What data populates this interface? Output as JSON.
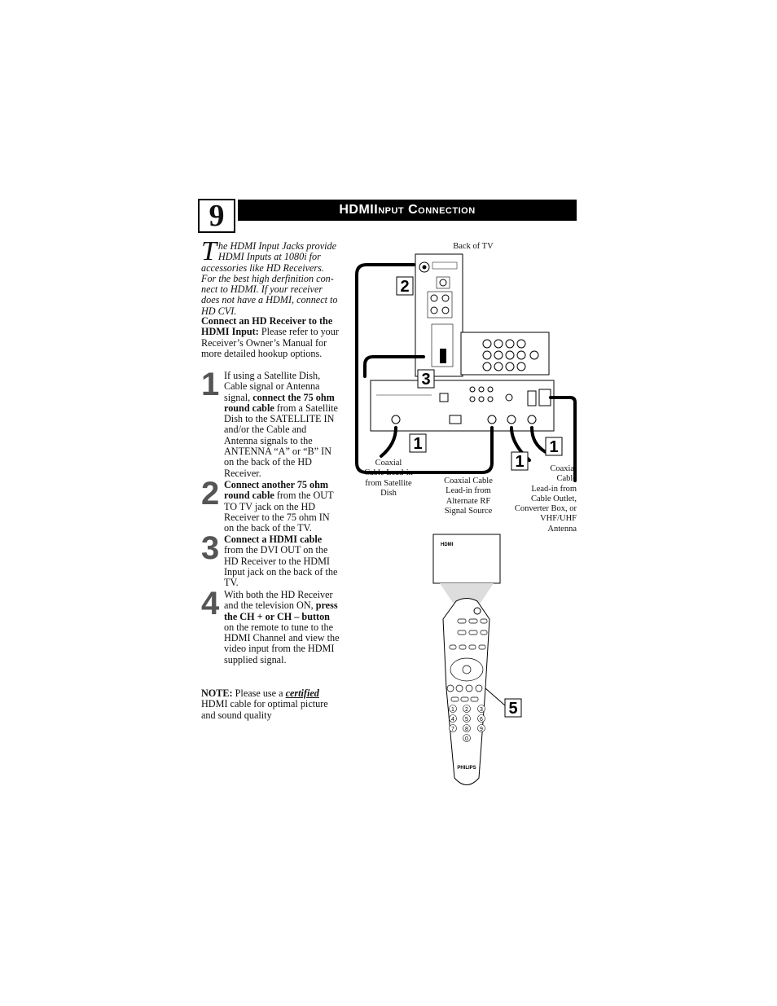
{
  "header": {
    "page_number": "9",
    "title_lead": "HDMI ",
    "title_rest": "Input Connection"
  },
  "intro": {
    "dropcap": "T",
    "text": "he HDMI Input Jacks provide HDMI Inputs at 1080i for accessories like HD Receivers. For the best high derfinition con-nect to HDMI. If your receiver does not have a HDMI, connect to HD CVI."
  },
  "connect": {
    "bold": "Connect an HD Receiver to the HDMI Input:",
    "text": " Please refer to your Receiver’s Owner’s Manual for more detailed hookup options."
  },
  "steps": [
    {
      "num": "1",
      "pre": "If using a Satellite Dish, Cable signal or Antenna signal, ",
      "bold": "connect the 75 ohm round cable",
      "post": " from a Satellite Dish to the SATELLITE IN and/or the Cable and Antenna signals to the ANTENNA “A” or “B” IN on the back of the HD Receiver."
    },
    {
      "num": "2",
      "pre": "",
      "bold": "Connect another 75 ohm round cable",
      "post": " from the OUT TO TV jack on the HD Receiver to the 75 ohm IN on the back of the TV."
    },
    {
      "num": "3",
      "pre": "",
      "bold": "Connect a HDMI cable",
      "post": " from the DVI OUT on the HD Receiver to the HDMI Input jack on the back of the TV."
    },
    {
      "num": "4",
      "pre": "With both the HD Receiver and the television ON, ",
      "bold": "press the CH + or CH – button",
      "post": " on the remote to tune to the HDMI Channel and view the video input from the HDMI supplied signal."
    }
  ],
  "note": {
    "label": "NOTE:",
    "pre": " Please use a ",
    "emph": "certified",
    "post": " HDMI cable for optimal picture and sound quality"
  },
  "diagram": {
    "back_of_tv": "Back of TV",
    "label_satellite": [
      "Coaxial",
      "Cable Lead-in",
      "from Satellite",
      "Dish"
    ],
    "label_alternate": [
      "Coaxial Cable",
      "Lead-in from",
      "Alternate RF",
      "Signal Source"
    ],
    "label_cable": [
      "Coaxial",
      "Cable",
      "Lead-in from",
      "Cable Outlet,",
      "Converter Box, or",
      "VHF/UHF",
      "Antenna"
    ],
    "screen_text": "HDMI",
    "brand": "PHILIPS",
    "callouts": [
      "1",
      "1",
      "1",
      "2",
      "3",
      "5"
    ],
    "keypad": [
      "1",
      "2",
      "3",
      "4",
      "5",
      "6",
      "7",
      "8",
      "9",
      "0"
    ]
  }
}
